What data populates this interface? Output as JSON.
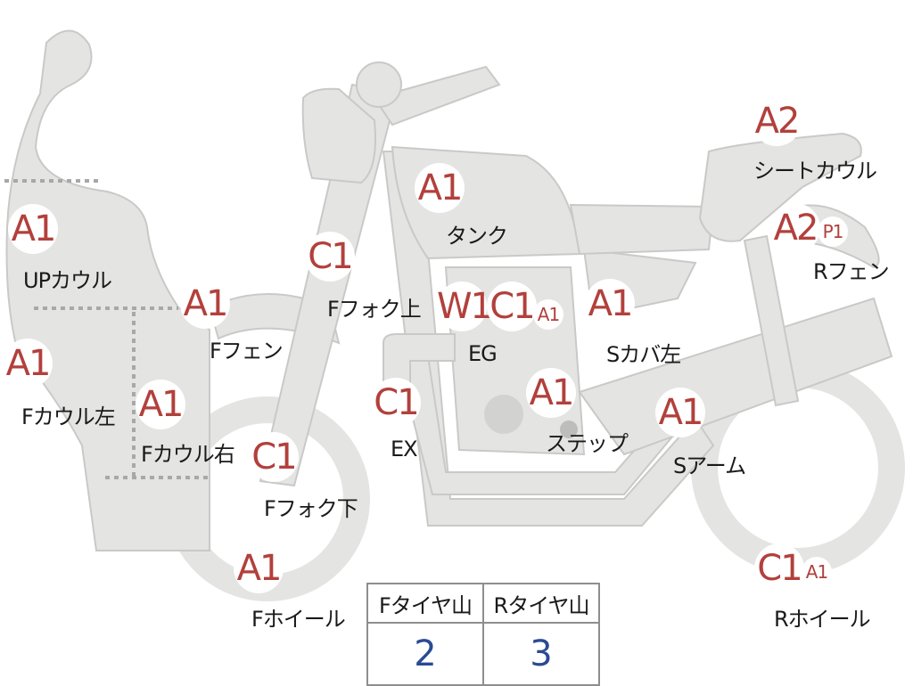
{
  "table": {
    "headers": [
      "Fタイヤ山",
      "Rタイヤ山"
    ],
    "values": [
      "2",
      "3"
    ]
  },
  "parts": [
    {
      "label": "UPカウル",
      "codes": [
        "A1"
      ]
    },
    {
      "label": "Fカウル左",
      "codes": [
        "A1"
      ]
    },
    {
      "label": "Fカウル右",
      "codes": [
        "A1"
      ]
    },
    {
      "label": "Fフェン",
      "codes": [
        "A1"
      ]
    },
    {
      "label": "Fフォク上",
      "codes": [
        "C1"
      ]
    },
    {
      "label": "Fフォク下",
      "codes": [
        "C1"
      ]
    },
    {
      "label": "Fホイール",
      "codes": [
        "A1"
      ]
    },
    {
      "label": "タンク",
      "codes": [
        "A1"
      ]
    },
    {
      "label": "EG",
      "codes": [
        "W1",
        "C1",
        "A1"
      ]
    },
    {
      "label": "EX",
      "codes": [
        "C1"
      ]
    },
    {
      "label": "ステップ",
      "codes": [
        "A1"
      ]
    },
    {
      "label": "Sカバ左",
      "codes": [
        "A1"
      ]
    },
    {
      "label": "Sアーム",
      "codes": [
        "A1"
      ]
    },
    {
      "label": "シートカウル",
      "codes": [
        "A2"
      ]
    },
    {
      "label": "Rフェン",
      "codes": [
        "A2",
        "P1"
      ]
    },
    {
      "label": "Rホイール",
      "codes": [
        "C1",
        "A1"
      ]
    }
  ],
  "colors": {
    "code": "#b2403c",
    "table_value": "#2a4a93",
    "part_fill": "#e4e4e2"
  }
}
